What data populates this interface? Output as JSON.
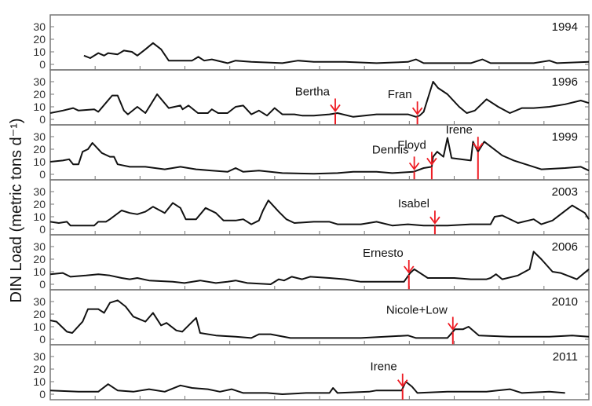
{
  "chart_data": {
    "type": "line",
    "ylabel": "DIN Load (metric tons d⁻¹)",
    "xlabel": "",
    "xlim": [
      0,
      12
    ],
    "x_units": "months",
    "ylim": [
      -4,
      40
    ],
    "yticks": [
      0,
      10,
      20,
      30
    ],
    "xticks": [
      1,
      2,
      3,
      4,
      5,
      6,
      7,
      8,
      9,
      10,
      11
    ],
    "grid": false,
    "colors": {
      "line": "#111111",
      "event": "#ee1c24",
      "axis": "#777777"
    },
    "panels": [
      {
        "year": "1994",
        "events": [],
        "series": [
          [
            0.75,
            7
          ],
          [
            0.89,
            5
          ],
          [
            1.07,
            9
          ],
          [
            1.2,
            7
          ],
          [
            1.29,
            9
          ],
          [
            1.5,
            8
          ],
          [
            1.64,
            11
          ],
          [
            1.82,
            10
          ],
          [
            1.94,
            7
          ],
          [
            2.12,
            12
          ],
          [
            2.29,
            17
          ],
          [
            2.47,
            12
          ],
          [
            2.64,
            3
          ],
          [
            2.99,
            3
          ],
          [
            3.16,
            3
          ],
          [
            3.3,
            6
          ],
          [
            3.43,
            3
          ],
          [
            3.6,
            4
          ],
          [
            3.95,
            1
          ],
          [
            4.13,
            3
          ],
          [
            4.48,
            2
          ],
          [
            5.17,
            1
          ],
          [
            5.52,
            3
          ],
          [
            5.87,
            2
          ],
          [
            6.57,
            2
          ],
          [
            7.27,
            1
          ],
          [
            7.97,
            2
          ],
          [
            8.15,
            4
          ],
          [
            8.32,
            1
          ],
          [
            9.37,
            1
          ],
          [
            9.63,
            4
          ],
          [
            9.81,
            1
          ],
          [
            10.77,
            1
          ],
          [
            11.12,
            3
          ],
          [
            11.29,
            1
          ],
          [
            12,
            2
          ]
        ]
      },
      {
        "year": "1996",
        "events": [
          {
            "name": "Bertha",
            "x": 6.35
          },
          {
            "name": "Fran",
            "x": 8.18
          }
        ],
        "series": [
          [
            0,
            5
          ],
          [
            0.28,
            7
          ],
          [
            0.51,
            9
          ],
          [
            0.63,
            7
          ],
          [
            0.98,
            8
          ],
          [
            1.07,
            6
          ],
          [
            1.38,
            19
          ],
          [
            1.5,
            19
          ],
          [
            1.64,
            7
          ],
          [
            1.73,
            4
          ],
          [
            1.94,
            10
          ],
          [
            2.12,
            5
          ],
          [
            2.38,
            20
          ],
          [
            2.64,
            9
          ],
          [
            2.9,
            11
          ],
          [
            2.95,
            8
          ],
          [
            3.08,
            11
          ],
          [
            3.29,
            5
          ],
          [
            3.51,
            5
          ],
          [
            3.6,
            8
          ],
          [
            3.74,
            5
          ],
          [
            3.95,
            5
          ],
          [
            4.13,
            10
          ],
          [
            4.3,
            11
          ],
          [
            4.48,
            4
          ],
          [
            4.65,
            7
          ],
          [
            4.83,
            3
          ],
          [
            5.0,
            9
          ],
          [
            5.17,
            4
          ],
          [
            5.44,
            4
          ],
          [
            5.61,
            3
          ],
          [
            5.87,
            3
          ],
          [
            6.22,
            4
          ],
          [
            6.4,
            5
          ],
          [
            6.75,
            2
          ],
          [
            7.27,
            4
          ],
          [
            7.97,
            4
          ],
          [
            8.15,
            2
          ],
          [
            8.23,
            3
          ],
          [
            8.32,
            6
          ],
          [
            8.53,
            30
          ],
          [
            8.64,
            25
          ],
          [
            8.85,
            20
          ],
          [
            9.11,
            10
          ],
          [
            9.28,
            5
          ],
          [
            9.46,
            7
          ],
          [
            9.72,
            16
          ],
          [
            9.98,
            10
          ],
          [
            10.24,
            5
          ],
          [
            10.51,
            9
          ],
          [
            10.77,
            9
          ],
          [
            11.12,
            10
          ],
          [
            11.47,
            12
          ],
          [
            11.82,
            15
          ],
          [
            12,
            13
          ]
        ]
      },
      {
        "year": "1999",
        "events": [
          {
            "name": "Dennis",
            "x": 8.11
          },
          {
            "name": "Floyd",
            "x": 8.5
          },
          {
            "name": "Irene",
            "x": 9.53
          }
        ],
        "series": [
          [
            0,
            10
          ],
          [
            0.28,
            11
          ],
          [
            0.42,
            12
          ],
          [
            0.51,
            8
          ],
          [
            0.63,
            8
          ],
          [
            0.72,
            18
          ],
          [
            0.84,
            20
          ],
          [
            0.94,
            25
          ],
          [
            1.15,
            17
          ],
          [
            1.33,
            14
          ],
          [
            1.42,
            14
          ],
          [
            1.5,
            8
          ],
          [
            1.77,
            6
          ],
          [
            2.12,
            6
          ],
          [
            2.55,
            4
          ],
          [
            2.9,
            6
          ],
          [
            3.25,
            4
          ],
          [
            3.6,
            3
          ],
          [
            3.95,
            2
          ],
          [
            4.13,
            5
          ],
          [
            4.3,
            2
          ],
          [
            4.65,
            3
          ],
          [
            5.17,
            1
          ],
          [
            5.87,
            0.5
          ],
          [
            6.4,
            1
          ],
          [
            6.75,
            2
          ],
          [
            7.27,
            2
          ],
          [
            7.62,
            1
          ],
          [
            8.09,
            2
          ],
          [
            8.32,
            5
          ],
          [
            8.5,
            6
          ],
          [
            8.53,
            14
          ],
          [
            8.62,
            18
          ],
          [
            8.76,
            14
          ],
          [
            8.85,
            29
          ],
          [
            8.94,
            13
          ],
          [
            9.37,
            11
          ],
          [
            9.42,
            26
          ],
          [
            9.53,
            18
          ],
          [
            9.67,
            26
          ],
          [
            10.07,
            15
          ],
          [
            10.33,
            11
          ],
          [
            10.59,
            8
          ],
          [
            10.94,
            4
          ],
          [
            11.47,
            5
          ],
          [
            11.82,
            6
          ],
          [
            12,
            3
          ]
        ]
      },
      {
        "year": "2003",
        "events": [
          {
            "name": "Isabel",
            "x": 8.57
          }
        ],
        "series": [
          [
            0,
            6
          ],
          [
            0.19,
            5
          ],
          [
            0.37,
            6
          ],
          [
            0.45,
            3
          ],
          [
            0.98,
            3
          ],
          [
            1.07,
            6
          ],
          [
            1.24,
            6
          ],
          [
            1.33,
            8
          ],
          [
            1.59,
            15
          ],
          [
            1.77,
            13
          ],
          [
            1.94,
            12
          ],
          [
            2.12,
            14
          ],
          [
            2.29,
            18
          ],
          [
            2.55,
            13
          ],
          [
            2.73,
            21
          ],
          [
            2.9,
            17
          ],
          [
            3.02,
            8
          ],
          [
            3.25,
            8
          ],
          [
            3.46,
            17
          ],
          [
            3.69,
            13
          ],
          [
            3.86,
            7
          ],
          [
            4.13,
            7
          ],
          [
            4.3,
            8
          ],
          [
            4.48,
            4
          ],
          [
            4.65,
            7
          ],
          [
            4.74,
            15
          ],
          [
            4.86,
            23
          ],
          [
            5.09,
            14
          ],
          [
            5.26,
            8
          ],
          [
            5.44,
            5
          ],
          [
            5.87,
            6
          ],
          [
            6.22,
            6
          ],
          [
            6.4,
            4
          ],
          [
            6.92,
            4
          ],
          [
            7.27,
            6
          ],
          [
            7.62,
            3
          ],
          [
            7.97,
            4
          ],
          [
            8.32,
            3
          ],
          [
            8.85,
            3
          ],
          [
            9.37,
            4
          ],
          [
            9.81,
            4
          ],
          [
            9.9,
            10
          ],
          [
            10.07,
            11
          ],
          [
            10.42,
            5
          ],
          [
            10.77,
            8
          ],
          [
            10.94,
            4
          ],
          [
            11.19,
            7
          ],
          [
            11.63,
            19
          ],
          [
            11.91,
            13
          ],
          [
            12,
            8
          ]
        ]
      },
      {
        "year": "2006",
        "events": [
          {
            "name": "Ernesto",
            "x": 7.99
          }
        ],
        "series": [
          [
            0,
            8
          ],
          [
            0.28,
            9
          ],
          [
            0.45,
            6
          ],
          [
            0.8,
            7
          ],
          [
            1.07,
            8
          ],
          [
            1.33,
            7
          ],
          [
            1.59,
            5
          ],
          [
            1.77,
            4
          ],
          [
            1.94,
            5
          ],
          [
            2.2,
            3
          ],
          [
            2.73,
            2
          ],
          [
            2.99,
            1
          ],
          [
            3.34,
            3
          ],
          [
            3.69,
            1
          ],
          [
            3.95,
            2
          ],
          [
            4.13,
            3
          ],
          [
            4.39,
            1
          ],
          [
            4.91,
            0
          ],
          [
            5.09,
            4
          ],
          [
            5.21,
            3
          ],
          [
            5.38,
            6
          ],
          [
            5.61,
            4
          ],
          [
            5.79,
            6
          ],
          [
            6.22,
            5
          ],
          [
            6.57,
            4
          ],
          [
            6.92,
            2
          ],
          [
            7.62,
            2
          ],
          [
            7.88,
            2
          ],
          [
            8.02,
            9
          ],
          [
            8.11,
            12
          ],
          [
            8.41,
            5
          ],
          [
            9.0,
            5
          ],
          [
            9.37,
            4
          ],
          [
            9.72,
            4
          ],
          [
            9.81,
            5
          ],
          [
            9.93,
            8
          ],
          [
            10.07,
            4
          ],
          [
            10.42,
            7
          ],
          [
            10.68,
            12
          ],
          [
            10.77,
            26
          ],
          [
            10.94,
            20
          ],
          [
            11.19,
            10
          ],
          [
            11.37,
            9
          ],
          [
            11.73,
            4
          ],
          [
            12,
            12
          ]
        ]
      },
      {
        "year": "2010",
        "events": [
          {
            "name": "Nicole+Low",
            "x": 8.97
          }
        ],
        "series": [
          [
            0,
            15
          ],
          [
            0.14,
            14
          ],
          [
            0.37,
            6
          ],
          [
            0.49,
            5
          ],
          [
            0.72,
            14
          ],
          [
            0.84,
            24
          ],
          [
            1.07,
            24
          ],
          [
            1.2,
            21
          ],
          [
            1.33,
            29
          ],
          [
            1.5,
            31
          ],
          [
            1.68,
            26
          ],
          [
            1.85,
            18
          ],
          [
            2.12,
            14
          ],
          [
            2.29,
            21
          ],
          [
            2.47,
            11
          ],
          [
            2.59,
            13
          ],
          [
            2.81,
            7
          ],
          [
            2.94,
            6
          ],
          [
            3.25,
            17
          ],
          [
            3.34,
            5
          ],
          [
            3.69,
            3
          ],
          [
            4.13,
            2
          ],
          [
            4.48,
            1
          ],
          [
            4.65,
            4
          ],
          [
            4.91,
            4
          ],
          [
            5.35,
            1
          ],
          [
            5.87,
            1
          ],
          [
            6.92,
            1
          ],
          [
            7.97,
            3
          ],
          [
            8.15,
            1
          ],
          [
            8.85,
            1
          ],
          [
            9.02,
            8
          ],
          [
            9.2,
            8
          ],
          [
            9.32,
            10
          ],
          [
            9.55,
            3
          ],
          [
            10.24,
            2
          ],
          [
            11.12,
            2
          ],
          [
            11.63,
            3
          ],
          [
            12,
            2
          ]
        ]
      },
      {
        "year": "2011",
        "events": [
          {
            "name": "Irene",
            "x": 7.85
          }
        ],
        "series": [
          [
            0,
            3
          ],
          [
            0.63,
            2
          ],
          [
            1.07,
            2
          ],
          [
            1.29,
            8
          ],
          [
            1.5,
            3
          ],
          [
            1.85,
            2
          ],
          [
            2.2,
            4
          ],
          [
            2.55,
            2
          ],
          [
            2.9,
            7
          ],
          [
            3.16,
            5
          ],
          [
            3.51,
            4
          ],
          [
            3.78,
            2
          ],
          [
            4.04,
            4
          ],
          [
            4.3,
            1
          ],
          [
            4.83,
            1
          ],
          [
            5.17,
            0
          ],
          [
            5.7,
            1
          ],
          [
            6.22,
            1
          ],
          [
            6.3,
            5
          ],
          [
            6.4,
            1
          ],
          [
            7.1,
            2
          ],
          [
            7.27,
            3
          ],
          [
            7.83,
            3
          ],
          [
            7.92,
            10
          ],
          [
            8.06,
            6
          ],
          [
            8.18,
            1
          ],
          [
            8.85,
            2
          ],
          [
            9.72,
            2
          ],
          [
            10.24,
            4
          ],
          [
            10.51,
            1
          ],
          [
            11.12,
            2
          ],
          [
            11.47,
            1
          ]
        ]
      }
    ]
  }
}
